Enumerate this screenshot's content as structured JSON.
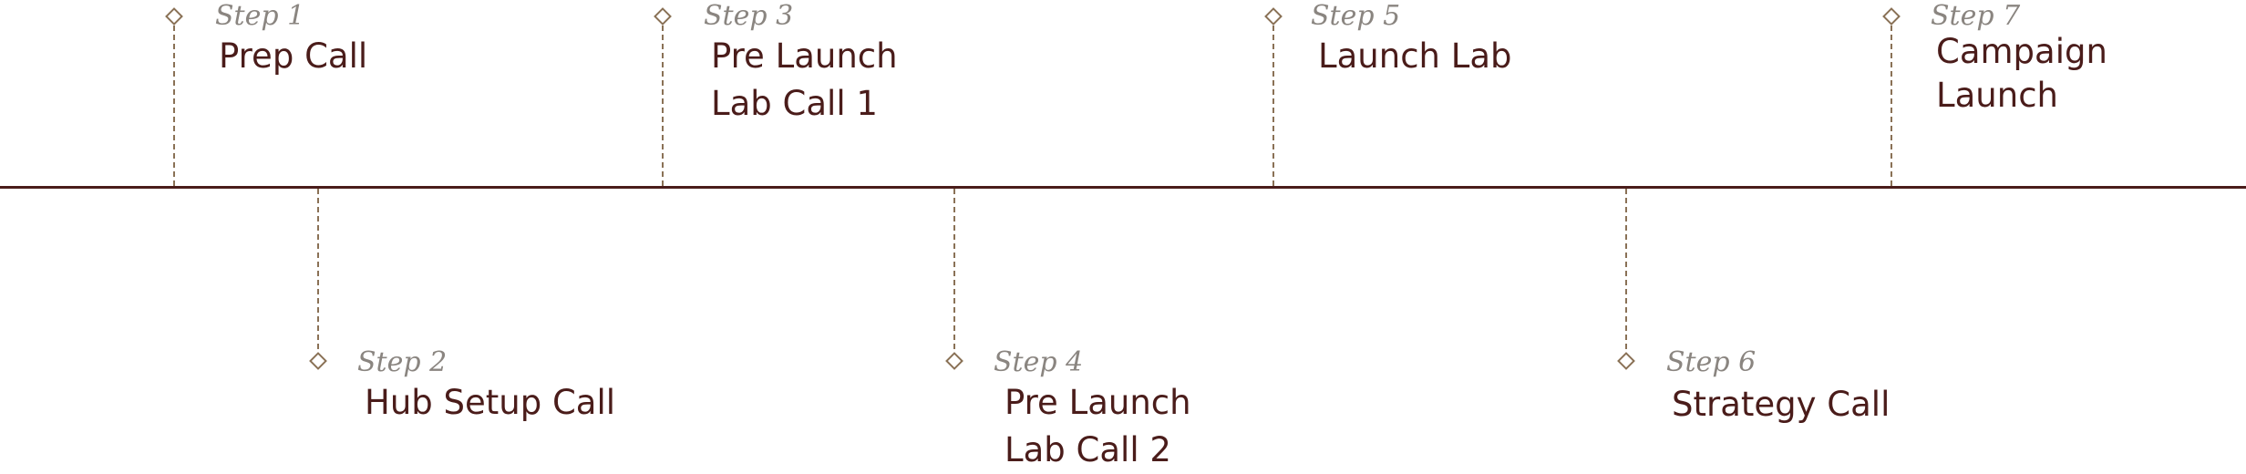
{
  "colors": {
    "axis": "#4a1c1a",
    "connector": "#8a7156",
    "step_label": "#8a8580",
    "title": "#4a1c1a"
  },
  "steps": [
    {
      "label": "Step 1",
      "title_lines": [
        "Prep Call"
      ]
    },
    {
      "label": "Step 2",
      "title_lines": [
        "Hub Setup Call"
      ]
    },
    {
      "label": "Step 3",
      "title_lines": [
        "Pre Launch",
        "Lab Call 1"
      ]
    },
    {
      "label": "Step 4",
      "title_lines": [
        "Pre Launch",
        "Lab Call 2"
      ]
    },
    {
      "label": "Step 5",
      "title_lines": [
        "Launch Lab"
      ]
    },
    {
      "label": "Step 6",
      "title_lines": [
        "Strategy Call"
      ]
    },
    {
      "label": "Step 7",
      "title_lines": [
        "Campaign",
        "Launch"
      ]
    }
  ]
}
